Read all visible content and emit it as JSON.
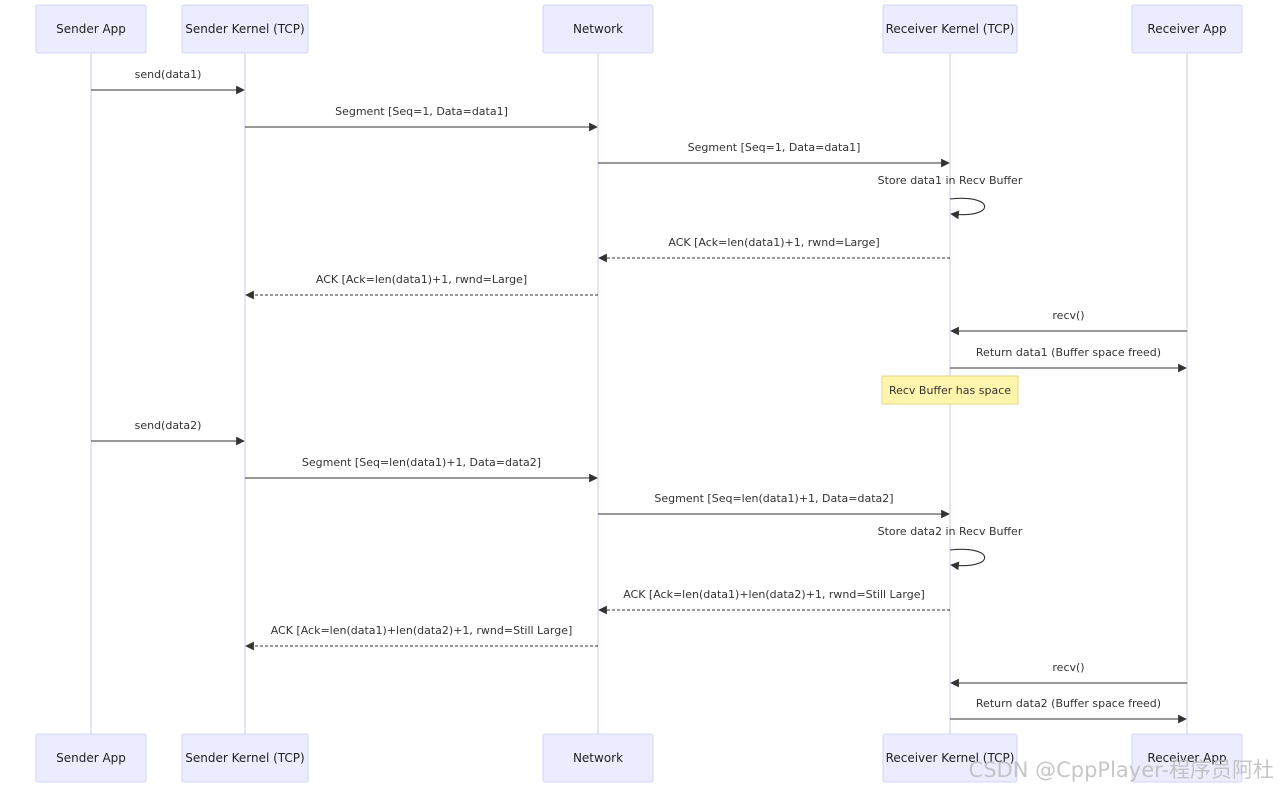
{
  "participants": [
    {
      "id": "sa",
      "label": "Sender App"
    },
    {
      "id": "sk",
      "label": "Sender Kernel (TCP)"
    },
    {
      "id": "nw",
      "label": "Network"
    },
    {
      "id": "rk",
      "label": "Receiver Kernel (TCP)"
    },
    {
      "id": "ra",
      "label": "Receiver App"
    }
  ],
  "messages": [
    {
      "from": "sa",
      "to": "sk",
      "label": "send(data1)",
      "style": "solid"
    },
    {
      "from": "sk",
      "to": "nw",
      "label": "Segment [Seq=1, Data=data1]",
      "style": "solid"
    },
    {
      "from": "nw",
      "to": "rk",
      "label": "Segment [Seq=1, Data=data1]",
      "style": "solid"
    },
    {
      "from": "rk",
      "to": "rk",
      "label": "Store data1 in Recv Buffer",
      "style": "self"
    },
    {
      "from": "rk",
      "to": "nw",
      "label": "ACK [Ack=len(data1)+1, rwnd=Large]",
      "style": "dashed"
    },
    {
      "from": "nw",
      "to": "sk",
      "label": "ACK [Ack=len(data1)+1, rwnd=Large]",
      "style": "dashed"
    },
    {
      "from": "ra",
      "to": "rk",
      "label": "recv()",
      "style": "solid"
    },
    {
      "from": "rk",
      "to": "ra",
      "label": "Return data1 (Buffer space freed)",
      "style": "solid"
    },
    {
      "from": "sa",
      "to": "sk",
      "label": "send(data2)",
      "style": "solid"
    },
    {
      "from": "sk",
      "to": "nw",
      "label": "Segment [Seq=len(data1)+1, Data=data2]",
      "style": "solid"
    },
    {
      "from": "nw",
      "to": "rk",
      "label": "Segment [Seq=len(data1)+1, Data=data2]",
      "style": "solid"
    },
    {
      "from": "rk",
      "to": "rk",
      "label": "Store data2 in Recv Buffer",
      "style": "self"
    },
    {
      "from": "rk",
      "to": "nw",
      "label": "ACK [Ack=len(data1)+len(data2)+1, rwnd=Still Large]",
      "style": "dashed"
    },
    {
      "from": "nw",
      "to": "sk",
      "label": "ACK [Ack=len(data1)+len(data2)+1, rwnd=Still Large]",
      "style": "dashed"
    },
    {
      "from": "ra",
      "to": "rk",
      "label": "recv()",
      "style": "solid"
    },
    {
      "from": "rk",
      "to": "ra",
      "label": "Return data2 (Buffer space freed)",
      "style": "solid"
    }
  ],
  "notes": [
    {
      "over": "rk",
      "after_message": 7,
      "text": "Recv Buffer has space"
    }
  ],
  "watermark": "CSDN @CppPlayer-程序员阿杜",
  "colors": {
    "actor_fill": "#ECECFF",
    "actor_border": "#D3D3FB",
    "lifeline": "#D6D6F2",
    "message": "#333333",
    "note_fill": "#FFF5AD"
  }
}
